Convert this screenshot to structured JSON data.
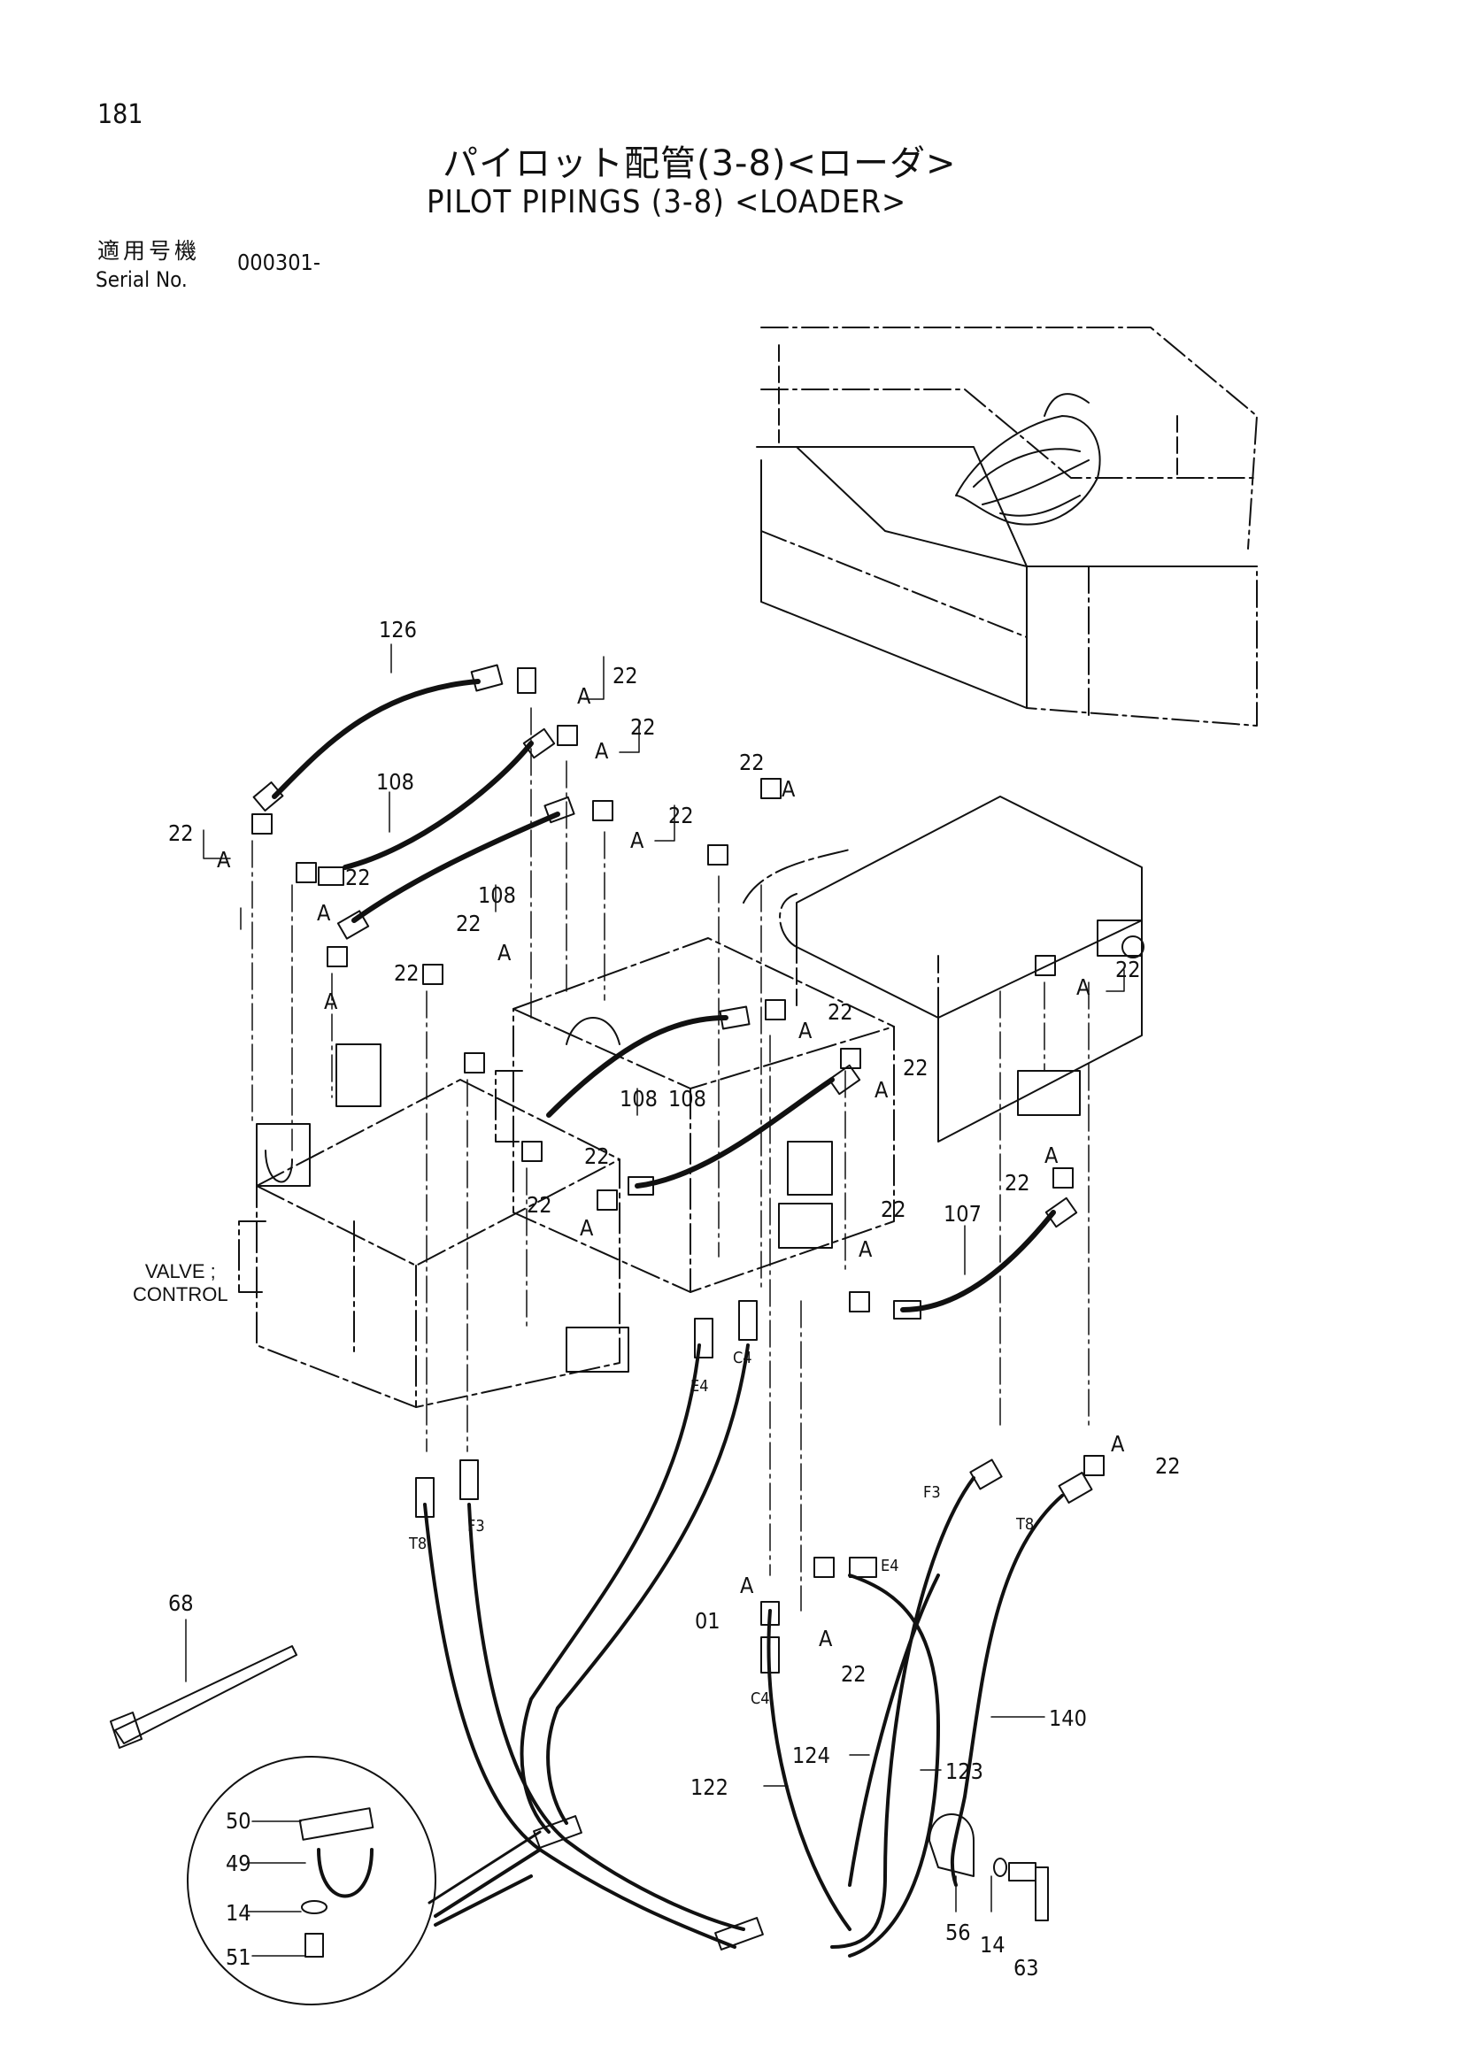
{
  "page_number": "181",
  "title_jp": "パイロット配管(3-8)<ローダ>",
  "title_en": "PILOT PIPINGS (3-8) <LOADER>",
  "serial": {
    "label_jp": "適用号機",
    "label_en": "Serial No.",
    "value": "000301-"
  },
  "valve_label_line1": "VALVE ;",
  "valve_label_line2": "CONTROL",
  "part_numbers": {
    "p126": "126",
    "p108": "108",
    "p107": "107",
    "p122": "122",
    "p123": "123",
    "p124": "124",
    "p140": "140",
    "p68": "68",
    "p50": "50",
    "p49": "49",
    "p14": "14",
    "p51": "51",
    "p56": "56",
    "p63": "63",
    "p22": "22",
    "p01": "01"
  },
  "detail_marker": "A",
  "port_labels": {
    "t8": "T8",
    "f3": "F3",
    "e4": "E4",
    "c4": "C4"
  }
}
